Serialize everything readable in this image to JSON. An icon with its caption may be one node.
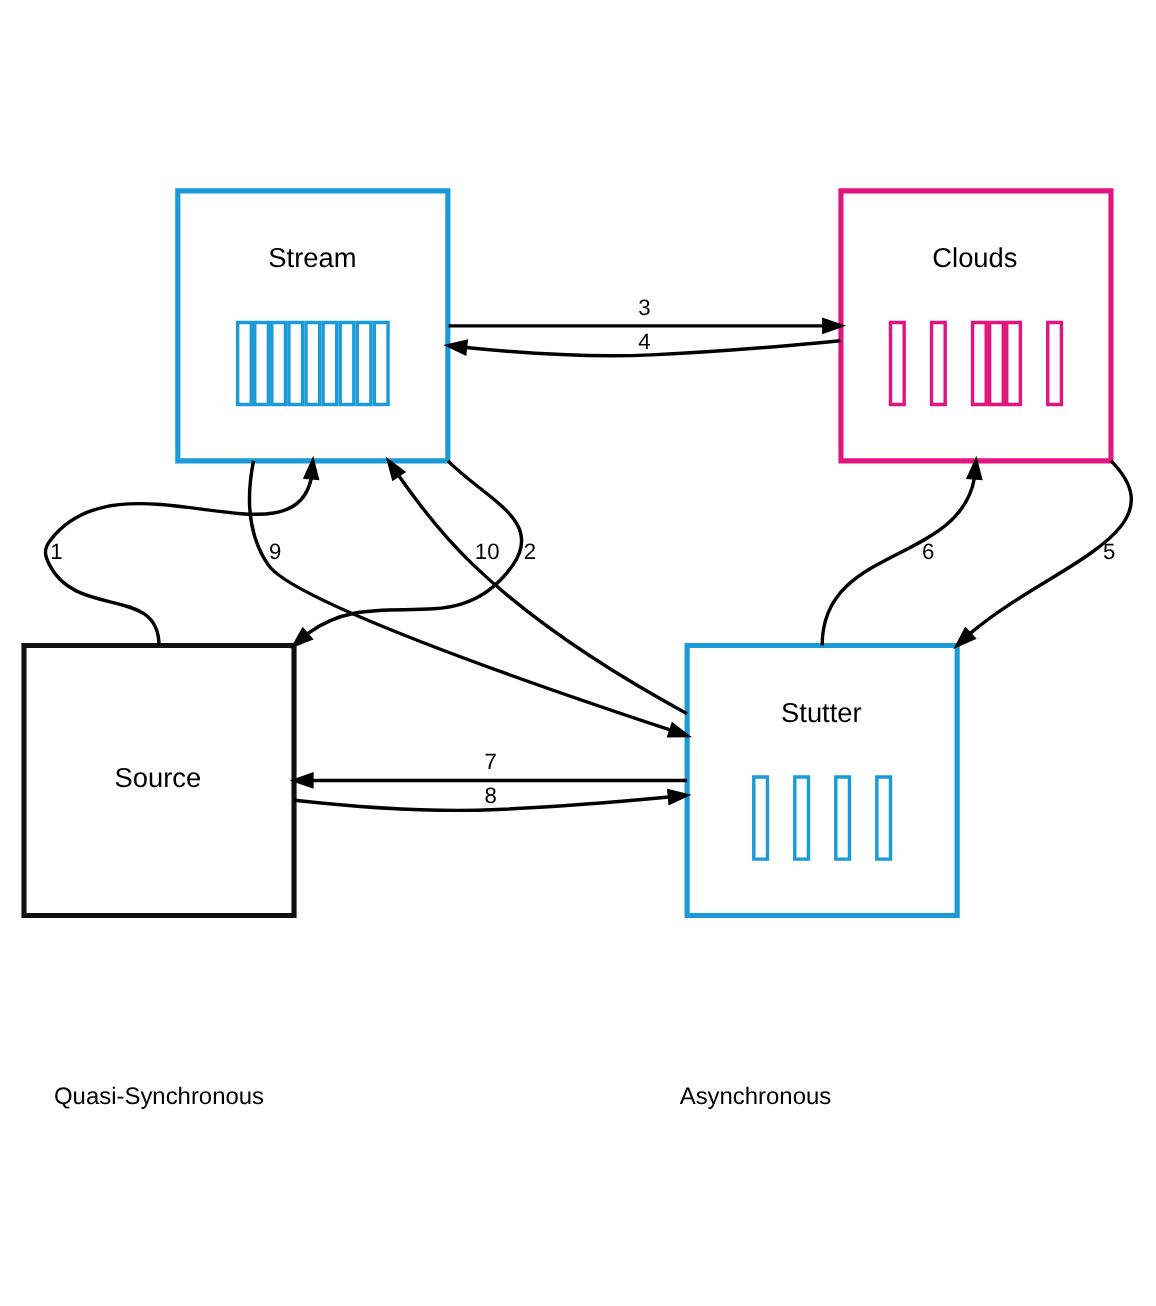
{
  "diagram": {
    "nodes": [
      {
        "text": [
          "Stream"
        ]
      },
      {
        "text": [
          "Clouds"
        ]
      },
      {
        "text": [
          "Source"
        ]
      },
      {
        "text": [
          "Stutter"
        ]
      }
    ],
    "edges": [
      {
        "from": 2,
        "to": 0,
        "arrow": "to",
        "label": "1"
      },
      {
        "from": 0,
        "to": 2,
        "arrow": "to",
        "label": "2"
      },
      {
        "from": 0,
        "to": 1,
        "arrow": "to",
        "label": "3"
      },
      {
        "from": 1,
        "to": 0,
        "arrow": "to",
        "label": "4"
      },
      {
        "from": 1,
        "to": 3,
        "arrow": "to",
        "label": "5"
      },
      {
        "from": 3,
        "to": 1,
        "arrow": "to",
        "label": "6"
      },
      {
        "from": 3,
        "to": 2,
        "arrow": "to",
        "label": "7"
      },
      {
        "from": 2,
        "to": 3,
        "arrow": "to",
        "label": "8"
      },
      {
        "from": 0,
        "to": 3,
        "arrow": "to",
        "label": "9"
      },
      {
        "from": 3,
        "to": 0,
        "arrow": "to",
        "label": "10"
      }
    ],
    "labels": [
      "Quasi-Synchronous",
      "Asynchronous"
    ]
  }
}
